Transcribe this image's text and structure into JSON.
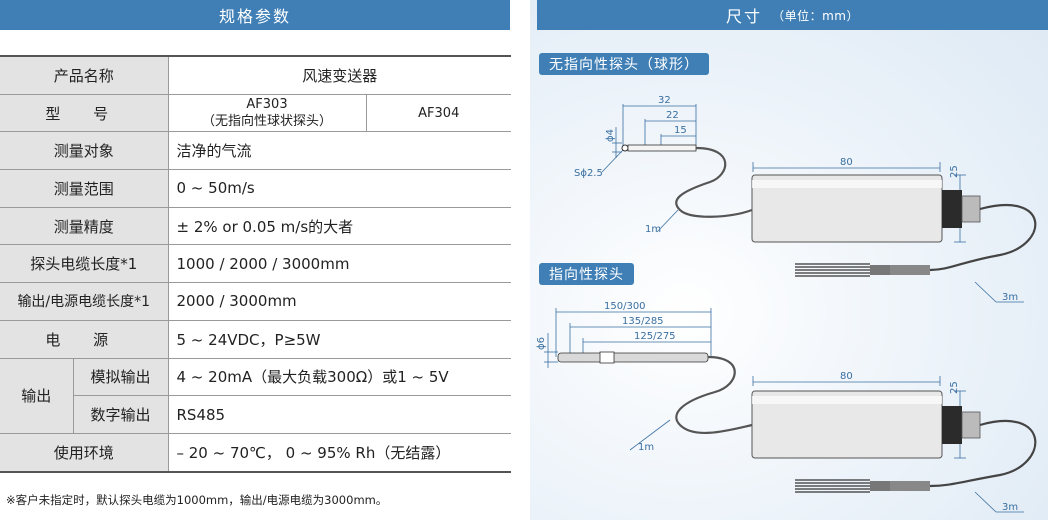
{
  "left_header": "规格参数",
  "right_header": {
    "title": "尺寸",
    "unit": "（单位：mm）"
  },
  "table": {
    "product_name_label": "产品名称",
    "product_name_value": "风速变送器",
    "model_label": "型 号",
    "model_af303_line1": "AF303",
    "model_af303_line2": "（无指向性球状探头）",
    "model_af304": "AF304",
    "target_label": "测量对象",
    "target_value": "洁净的气流",
    "range_label": "测量范围",
    "range_value": "0 ~ 50m/s",
    "accuracy_label": "测量精度",
    "accuracy_value": "± 2% or 0.05 m/s的大者",
    "probe_cable_label": "探头电缆长度*1",
    "probe_cable_value": "1000 / 2000 / 3000mm",
    "power_cable_label": "输出/电源电缆长度*1",
    "power_cable_value": "2000 / 3000mm",
    "power_label": "电 源",
    "power_value": "5 ~ 24VDC，P≥5W",
    "output_label": "输出",
    "analog_label": "模拟输出",
    "analog_value": "4 ~ 20mA（最大负载300Ω）或1 ~ 5V",
    "digital_label": "数字输出",
    "digital_value": "RS485",
    "env_label": "使用环境",
    "env_value": "– 20 ~ 70℃， 0 ~ 95% Rh（无结露）"
  },
  "note": "※客户未指定时，默认探头电缆为1000mm，输出/电源电缆为3000mm。",
  "dimensions": {
    "omni_title": "无指向性探头（球形）",
    "omni": {
      "d32": "32",
      "d22": "22",
      "d15": "15",
      "phi4": "ϕ4",
      "sphere": "Sϕ2.5",
      "probe_cable": "1m",
      "body_len": "80",
      "body_h": "25",
      "out_cable": "3m"
    },
    "dir_title": "指向性探头",
    "dir": {
      "d150": "150/300",
      "d135": "135/285",
      "d125": "125/275",
      "phi6": "ϕ6",
      "probe_cable": "1m",
      "body_len": "80",
      "body_h": "25",
      "out_cable": "3m"
    }
  }
}
